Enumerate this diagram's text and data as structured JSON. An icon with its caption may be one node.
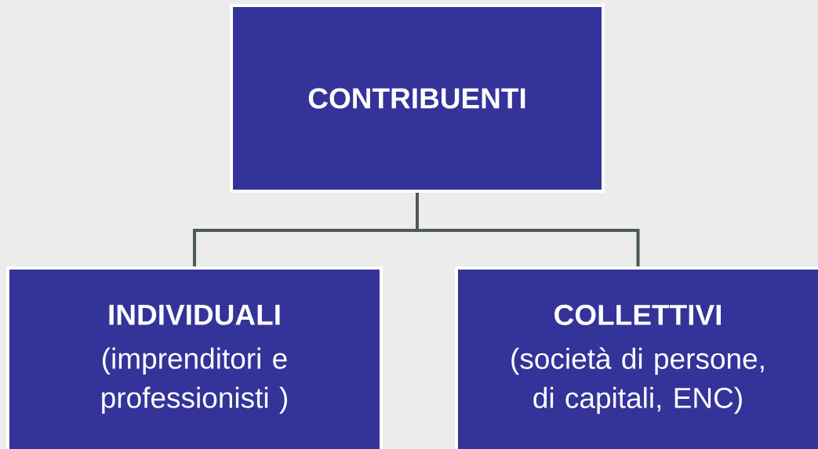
{
  "diagram": {
    "nodes": [
      {
        "text": [
          "CONTRIBUENTI"
        ]
      },
      {
        "text": [
          "INDIVIDUALI",
          "(imprenditori e professionisti )"
        ]
      },
      {
        "text": [
          "COLLETTIVI",
          "(società di persone, di capitali, ENC)"
        ]
      }
    ],
    "edges": [
      {
        "from": 0,
        "to": 1,
        "arrow": "none"
      },
      {
        "from": 0,
        "to": 2,
        "arrow": "none"
      }
    ]
  }
}
